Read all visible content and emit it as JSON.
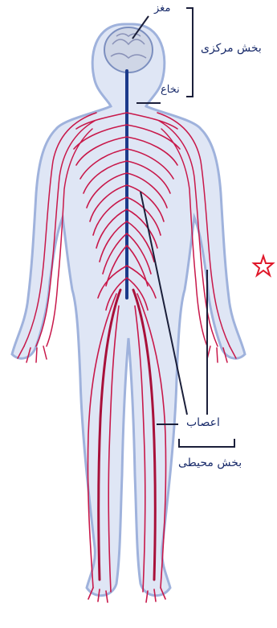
{
  "labels": {
    "brain": "مغز",
    "central_part": "بخش مرکزی",
    "spinal_cord": "نخاع",
    "nerves": "اعصاب",
    "peripheral_part": "بخش محیطی"
  },
  "colors": {
    "nerves": "#c8184a",
    "body_outline": "#9fb2dc",
    "body_halo": "#dfe6f5",
    "leader_lines": "#1b1f3a",
    "label_text": "#1a2c6b",
    "star_mark": "#e0182a"
  },
  "icons": {
    "marker": "red-star-icon"
  }
}
